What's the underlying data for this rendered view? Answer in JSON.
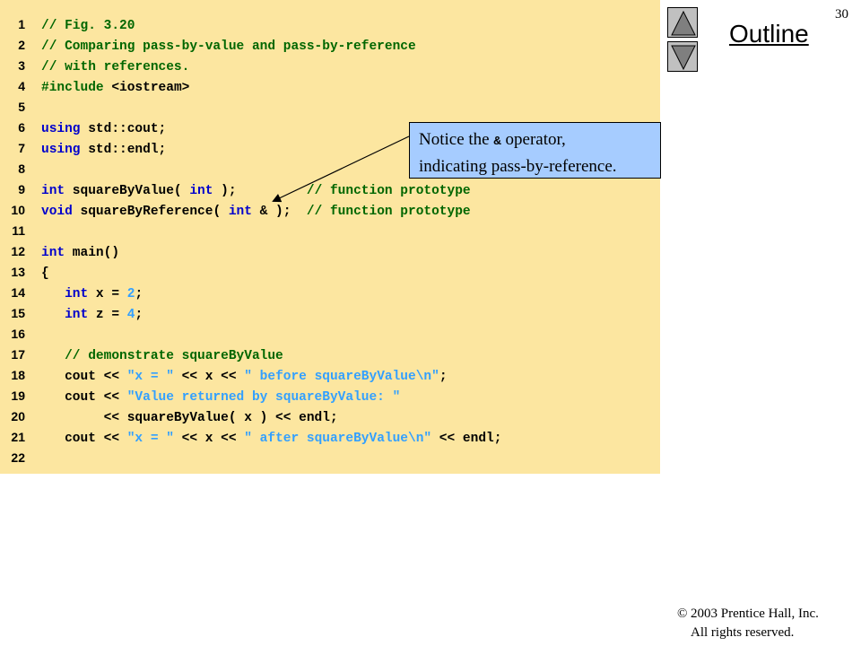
{
  "slide": {
    "page_number": "30",
    "outline_label": "Outline",
    "copyright_symbol": "©",
    "copyright_line1": "2003 Prentice Hall, Inc.",
    "copyright_line2": "All rights reserved."
  },
  "callout": {
    "text_before": "Notice the ",
    "operator": "&",
    "text_after": " operator,",
    "line2": "indicating pass-by-reference."
  },
  "code_lines": [
    {
      "n": "1",
      "parts": [
        {
          "t": "// Fig. 3.20",
          "c": "cm"
        }
      ]
    },
    {
      "n": "2",
      "parts": [
        {
          "t": "// Comparing pass-by-value and pass-by-reference",
          "c": "cm"
        }
      ]
    },
    {
      "n": "3",
      "parts": [
        {
          "t": "// with references.",
          "c": "cm"
        }
      ]
    },
    {
      "n": "4",
      "parts": [
        {
          "t": "#include ",
          "c": "pp"
        },
        {
          "t": "<iostream>",
          "c": ""
        }
      ]
    },
    {
      "n": "5",
      "parts": []
    },
    {
      "n": "6",
      "parts": [
        {
          "t": "using",
          "c": "kw"
        },
        {
          "t": " std::cout;",
          "c": ""
        }
      ]
    },
    {
      "n": "7",
      "parts": [
        {
          "t": "using",
          "c": "kw"
        },
        {
          "t": " std::endl;",
          "c": ""
        }
      ]
    },
    {
      "n": "8",
      "parts": []
    },
    {
      "n": "9",
      "parts": [
        {
          "t": "int",
          "c": "kw"
        },
        {
          "t": " squareByValue( ",
          "c": ""
        },
        {
          "t": "int",
          "c": "kw"
        },
        {
          "t": " );         ",
          "c": ""
        },
        {
          "t": "// function prototype",
          "c": "cm"
        }
      ]
    },
    {
      "n": "10",
      "parts": [
        {
          "t": "void",
          "c": "kw"
        },
        {
          "t": " squareByReference( ",
          "c": ""
        },
        {
          "t": "int",
          "c": "kw"
        },
        {
          "t": " & );  ",
          "c": ""
        },
        {
          "t": "// function prototype",
          "c": "cm"
        }
      ]
    },
    {
      "n": "11",
      "parts": []
    },
    {
      "n": "12",
      "parts": [
        {
          "t": "int",
          "c": "kw"
        },
        {
          "t": " main()",
          "c": ""
        }
      ]
    },
    {
      "n": "13",
      "parts": [
        {
          "t": "{",
          "c": ""
        }
      ]
    },
    {
      "n": "14",
      "parts": [
        {
          "t": "   ",
          "c": ""
        },
        {
          "t": "int",
          "c": "kw"
        },
        {
          "t": " x = ",
          "c": ""
        },
        {
          "t": "2",
          "c": "num"
        },
        {
          "t": ";",
          "c": ""
        }
      ]
    },
    {
      "n": "15",
      "parts": [
        {
          "t": "   ",
          "c": ""
        },
        {
          "t": "int",
          "c": "kw"
        },
        {
          "t": " z = ",
          "c": ""
        },
        {
          "t": "4",
          "c": "num"
        },
        {
          "t": ";",
          "c": ""
        }
      ]
    },
    {
      "n": "16",
      "parts": []
    },
    {
      "n": "17",
      "parts": [
        {
          "t": "   ",
          "c": ""
        },
        {
          "t": "// demonstrate squareByValue",
          "c": "cm"
        }
      ]
    },
    {
      "n": "18",
      "parts": [
        {
          "t": "   cout << ",
          "c": ""
        },
        {
          "t": "\"x = \"",
          "c": "st"
        },
        {
          "t": " << x << ",
          "c": ""
        },
        {
          "t": "\" before squareByValue\\n\"",
          "c": "st"
        },
        {
          "t": ";",
          "c": ""
        }
      ]
    },
    {
      "n": "19",
      "parts": [
        {
          "t": "   cout << ",
          "c": ""
        },
        {
          "t": "\"Value returned by squareByValue: \"",
          "c": "st"
        }
      ]
    },
    {
      "n": "20",
      "parts": [
        {
          "t": "        << squareByValue( x ) << endl;",
          "c": ""
        }
      ]
    },
    {
      "n": "21",
      "parts": [
        {
          "t": "   cout << ",
          "c": ""
        },
        {
          "t": "\"x = \"",
          "c": "st"
        },
        {
          "t": " << x << ",
          "c": ""
        },
        {
          "t": "\" after squareByValue\\n\"",
          "c": "st"
        },
        {
          "t": " << endl;",
          "c": ""
        }
      ]
    },
    {
      "n": "22",
      "parts": []
    }
  ],
  "icons": {
    "up": "triangle-up-icon",
    "down": "triangle-down-icon"
  },
  "colors": {
    "code_background": "#fce6a0",
    "callout_background": "#a6ccff",
    "keyword": "#0000cc",
    "comment": "#006600",
    "string": "#33a0ff"
  }
}
